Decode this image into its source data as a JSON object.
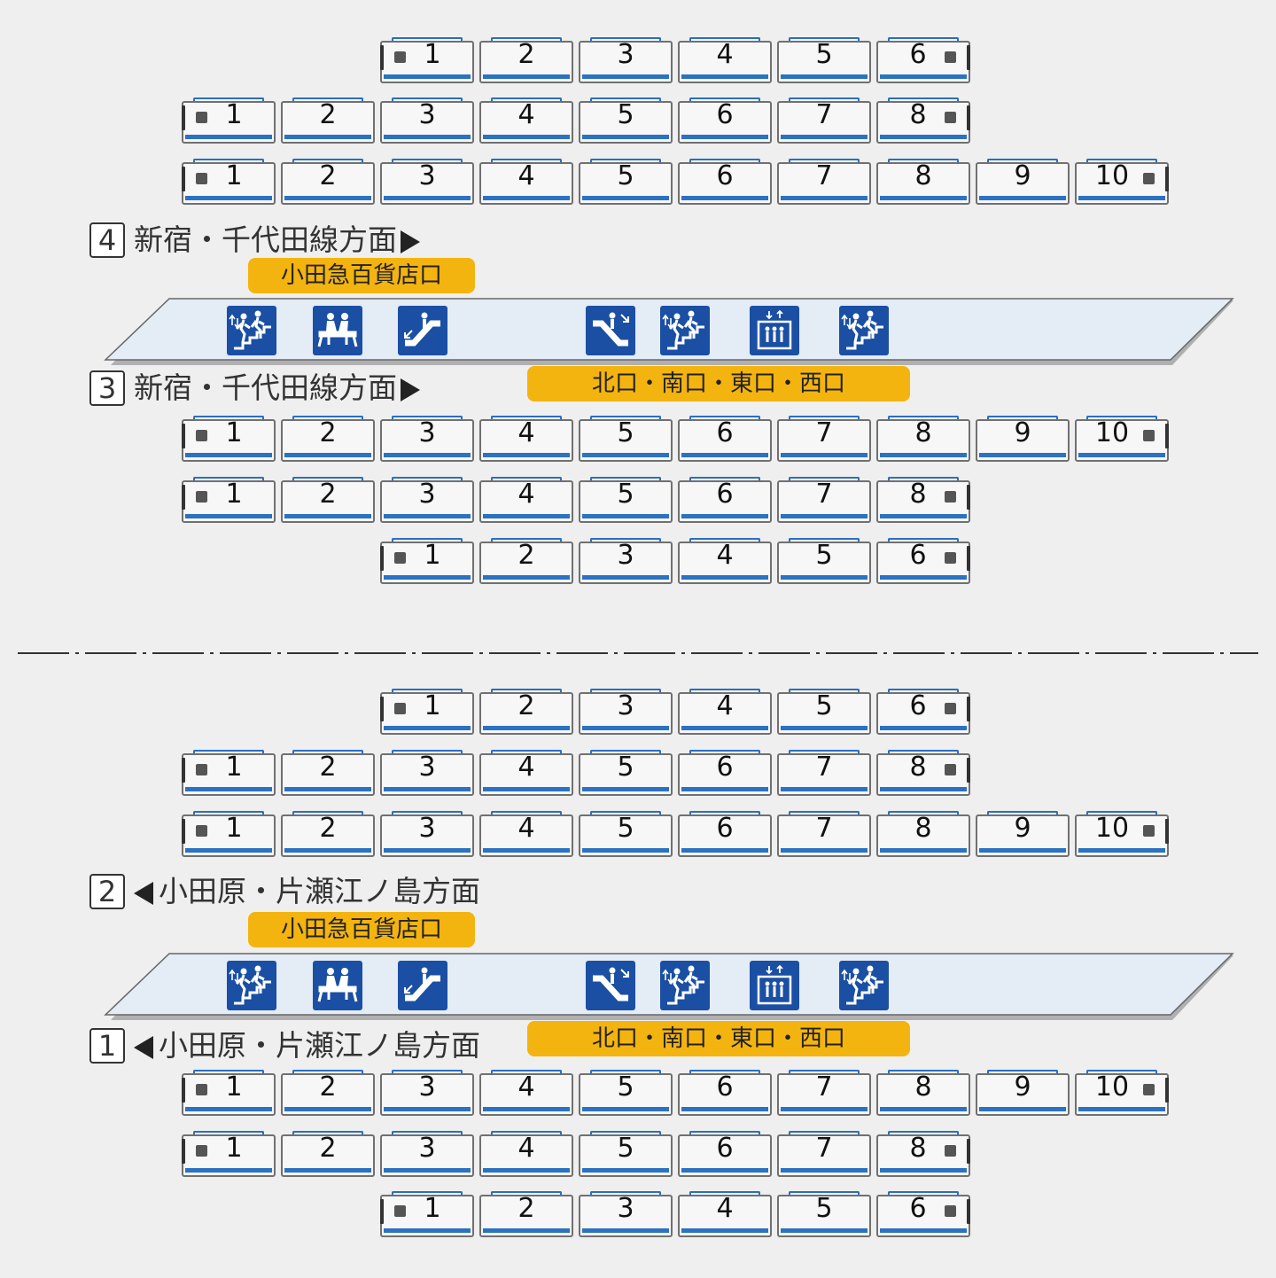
{
  "colors": {
    "background": "#efefef",
    "car_stripe": "#2b72c2",
    "exit_label": "#f4b40f",
    "icon_blue": "#1a4fa3",
    "platform_fill": "#e4ecf6"
  },
  "sections": [
    {
      "upper_track": {
        "platform_number": "4",
        "direction": "新宿・千代田線方面",
        "arrow": "right",
        "trains": [
          {
            "cars": [
              "1",
              "2",
              "3",
              "4",
              "5",
              "6"
            ]
          },
          {
            "cars": [
              "1",
              "2",
              "3",
              "4",
              "5",
              "6",
              "7",
              "8"
            ]
          },
          {
            "cars": [
              "1",
              "2",
              "3",
              "4",
              "5",
              "6",
              "7",
              "8",
              "9",
              "10"
            ]
          }
        ]
      },
      "exit_top": "小田急百貨店口",
      "facilities": [
        "stairs-icon",
        "bench-icon",
        "escalator-up-icon",
        "escalator-down-icon",
        "stairs-icon",
        "elevator-icon",
        "stairs-icon"
      ],
      "exit_bottom": "北口・南口・東口・西口",
      "lower_track": {
        "platform_number": "3",
        "direction": "新宿・千代田線方面",
        "arrow": "right",
        "trains": [
          {
            "cars": [
              "1",
              "2",
              "3",
              "4",
              "5",
              "6",
              "7",
              "8",
              "9",
              "10"
            ]
          },
          {
            "cars": [
              "1",
              "2",
              "3",
              "4",
              "5",
              "6",
              "7",
              "8"
            ]
          },
          {
            "cars": [
              "1",
              "2",
              "3",
              "4",
              "5",
              "6"
            ]
          }
        ]
      }
    },
    {
      "upper_track": {
        "platform_number": "2",
        "direction": "小田原・片瀬江ノ島方面",
        "arrow": "left",
        "trains": [
          {
            "cars": [
              "1",
              "2",
              "3",
              "4",
              "5",
              "6"
            ]
          },
          {
            "cars": [
              "1",
              "2",
              "3",
              "4",
              "5",
              "6",
              "7",
              "8"
            ]
          },
          {
            "cars": [
              "1",
              "2",
              "3",
              "4",
              "5",
              "6",
              "7",
              "8",
              "9",
              "10"
            ]
          }
        ]
      },
      "exit_top": "小田急百貨店口",
      "facilities": [
        "stairs-icon",
        "bench-icon",
        "escalator-up-icon",
        "escalator-down-icon",
        "stairs-icon",
        "elevator-icon",
        "stairs-icon"
      ],
      "exit_bottom": "北口・南口・東口・西口",
      "lower_track": {
        "platform_number": "1",
        "direction": "小田原・片瀬江ノ島方面",
        "arrow": "left",
        "trains": [
          {
            "cars": [
              "1",
              "2",
              "3",
              "4",
              "5",
              "6",
              "7",
              "8",
              "9",
              "10"
            ]
          },
          {
            "cars": [
              "1",
              "2",
              "3",
              "4",
              "5",
              "6",
              "7",
              "8"
            ]
          },
          {
            "cars": [
              "1",
              "2",
              "3",
              "4",
              "5",
              "6"
            ]
          }
        ]
      }
    }
  ]
}
